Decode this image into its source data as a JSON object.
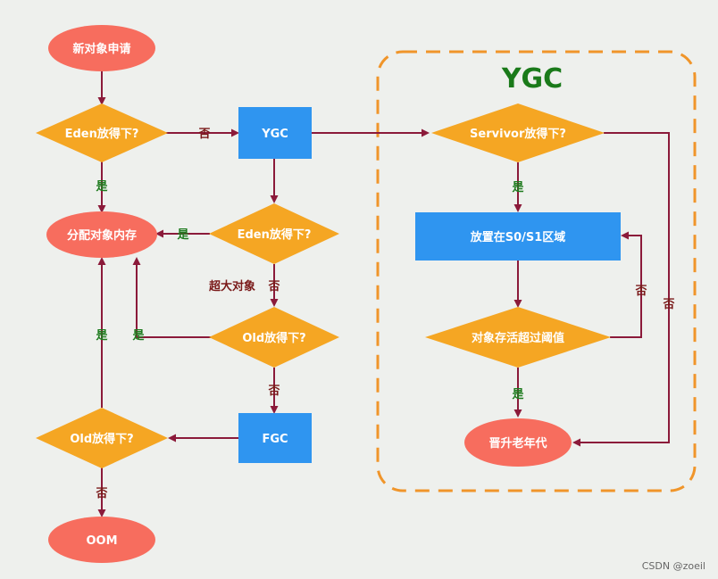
{
  "diagram": {
    "title": "YGC",
    "nodes": {
      "new_object": "新对象申请",
      "eden_fit_1": "Eden放得下?",
      "ygc": "YGC",
      "allocate": "分配对象内存",
      "eden_fit_2": "Eden放得下?",
      "old_fit_1": "Old放得下?",
      "fgc": "FGC",
      "old_fit_2": "Old放得下?",
      "oom": "OOM",
      "survivor_fit": "Servivor放得下?",
      "place_s0s1": "放置在S0/S1区域",
      "age_threshold": "对象存活超过阈值",
      "promote_old": "晋升老年代"
    },
    "edges": {
      "e1_yes": "是",
      "e1_no": "否",
      "e2_yes": "是",
      "e2_no": "否",
      "large_object": "超大对象",
      "old1_yes": "是",
      "old1_no": "否",
      "old2_yes": "是",
      "old2_no": "否",
      "survivor_yes": "是",
      "survivor_no": "否",
      "age_yes": "是",
      "age_no": "否"
    },
    "colors": {
      "ellipse": "#f76d5e",
      "diamond": "#f5a623",
      "rect": "#2f95f0",
      "arrow": "#8b1a3a",
      "ygc_border": "#f0952a"
    }
  },
  "watermark": "CSDN @zoeil"
}
